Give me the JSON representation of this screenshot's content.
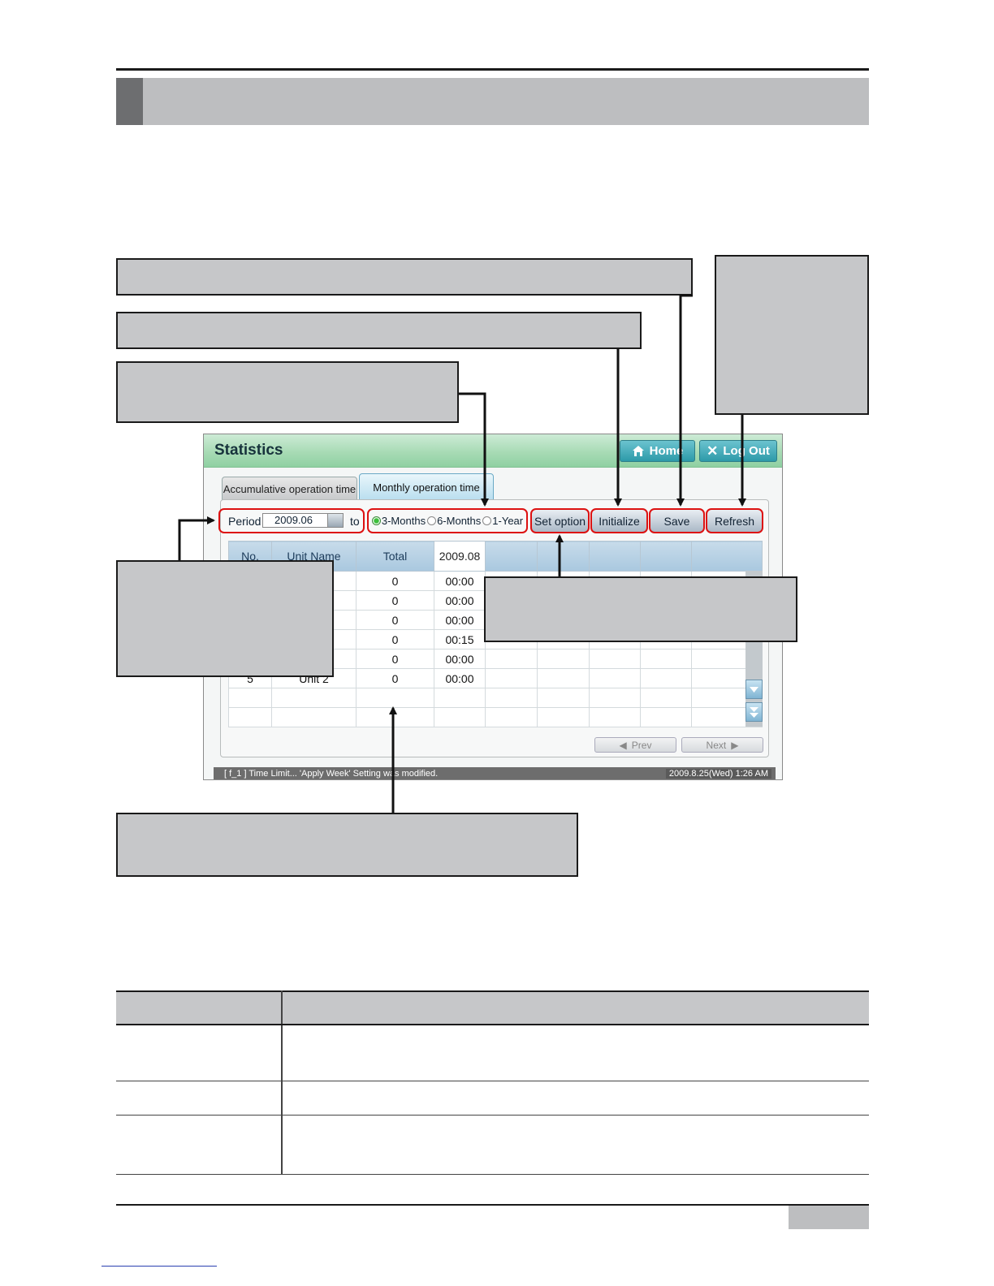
{
  "screen": {
    "title": "Statistics",
    "home_label": "Home",
    "logout_label": "Log Out",
    "tabs": [
      {
        "label": "Accumulative operation time",
        "active": false
      },
      {
        "label": "Monthly operation time",
        "active": true
      }
    ],
    "period_label": "Period",
    "period_value": "2009.06",
    "to_label": "to",
    "range_options": [
      "3-Months",
      "6-Months",
      "1-Year"
    ],
    "range_selected": "3-Months",
    "buttons": {
      "set_option": "Set option",
      "initialize": "Initialize",
      "save": "Save",
      "refresh": "Refresh",
      "prev": "Prev",
      "next": "Next"
    },
    "table": {
      "columns": [
        "No.",
        "Unit Name",
        "Total",
        "2009.08",
        "",
        "",
        "",
        "",
        ""
      ],
      "rows": [
        {
          "no": "",
          "unit": "",
          "total": "0",
          "m1": "00:00"
        },
        {
          "no": "",
          "unit": "",
          "total": "0",
          "m1": "00:00"
        },
        {
          "no": "",
          "unit": "",
          "total": "0",
          "m1": "00:00"
        },
        {
          "no": "",
          "unit": "",
          "total": "0",
          "m1": "00:15"
        },
        {
          "no": "",
          "unit": "",
          "total": "0",
          "m1": "00:00"
        },
        {
          "no": "5",
          "unit": "Unit 2",
          "total": "0",
          "m1": "00:00"
        },
        {
          "no": "",
          "unit": "",
          "total": "",
          "m1": ""
        },
        {
          "no": "",
          "unit": "",
          "total": "",
          "m1": ""
        }
      ]
    },
    "status_message": "[ f_1 ] Time Limit... 'Apply Week' Setting was modified.",
    "status_time": "2009.8.25(Wed)  1:26 AM"
  },
  "colors": {
    "callout_fill": "#c6c7c9",
    "highlight": "#dd1111",
    "header_green": "#a8dbb5"
  }
}
